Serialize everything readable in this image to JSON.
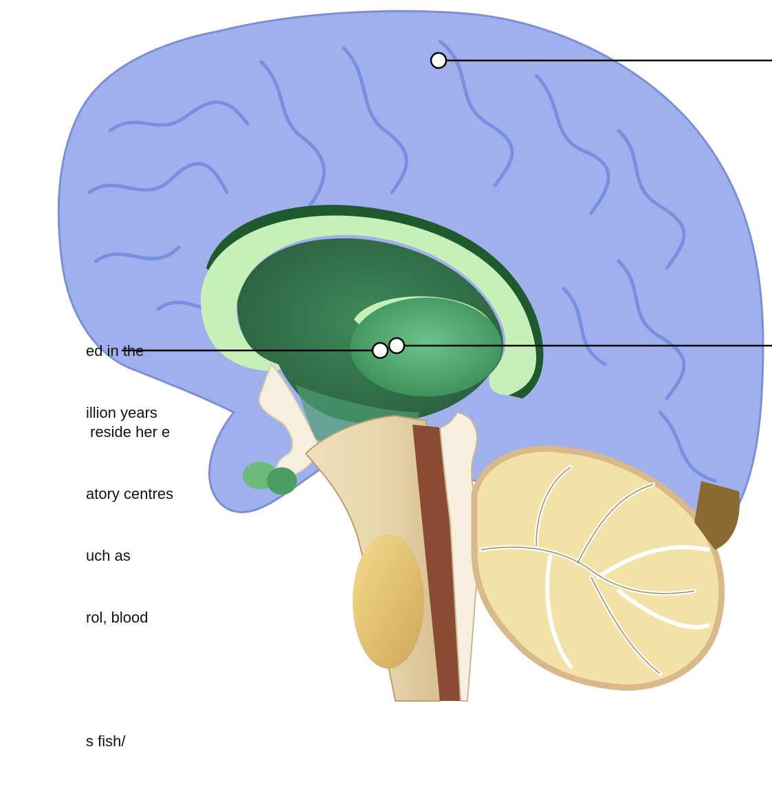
{
  "text_fragments": {
    "top_block": [
      "ed in the",
      "illion years"
    ],
    "bottom_block": [
      " reside her e",
      "atory centres",
      "uch as",
      "rol, blood",
      "",
      "s fish/"
    ]
  },
  "colors": {
    "cortex": "#9fb0ec",
    "cortex_dark": "#5a74d8",
    "cortex_outline": "#7b8fd6",
    "limbic_dark": "#2f6b45",
    "limbic_mid": "#3f8a5a",
    "limbic_light": "#c6f0b8",
    "thalamus": "#5fb47c",
    "brainstem": "#e6d3a8",
    "brainstem_dark": "#8a4a34",
    "cerebellum": "#f3e2a8",
    "cerebellum_outline": "#d9b98a",
    "pointer": "#000000"
  },
  "icons": [
    "marker-dot-icon"
  ]
}
